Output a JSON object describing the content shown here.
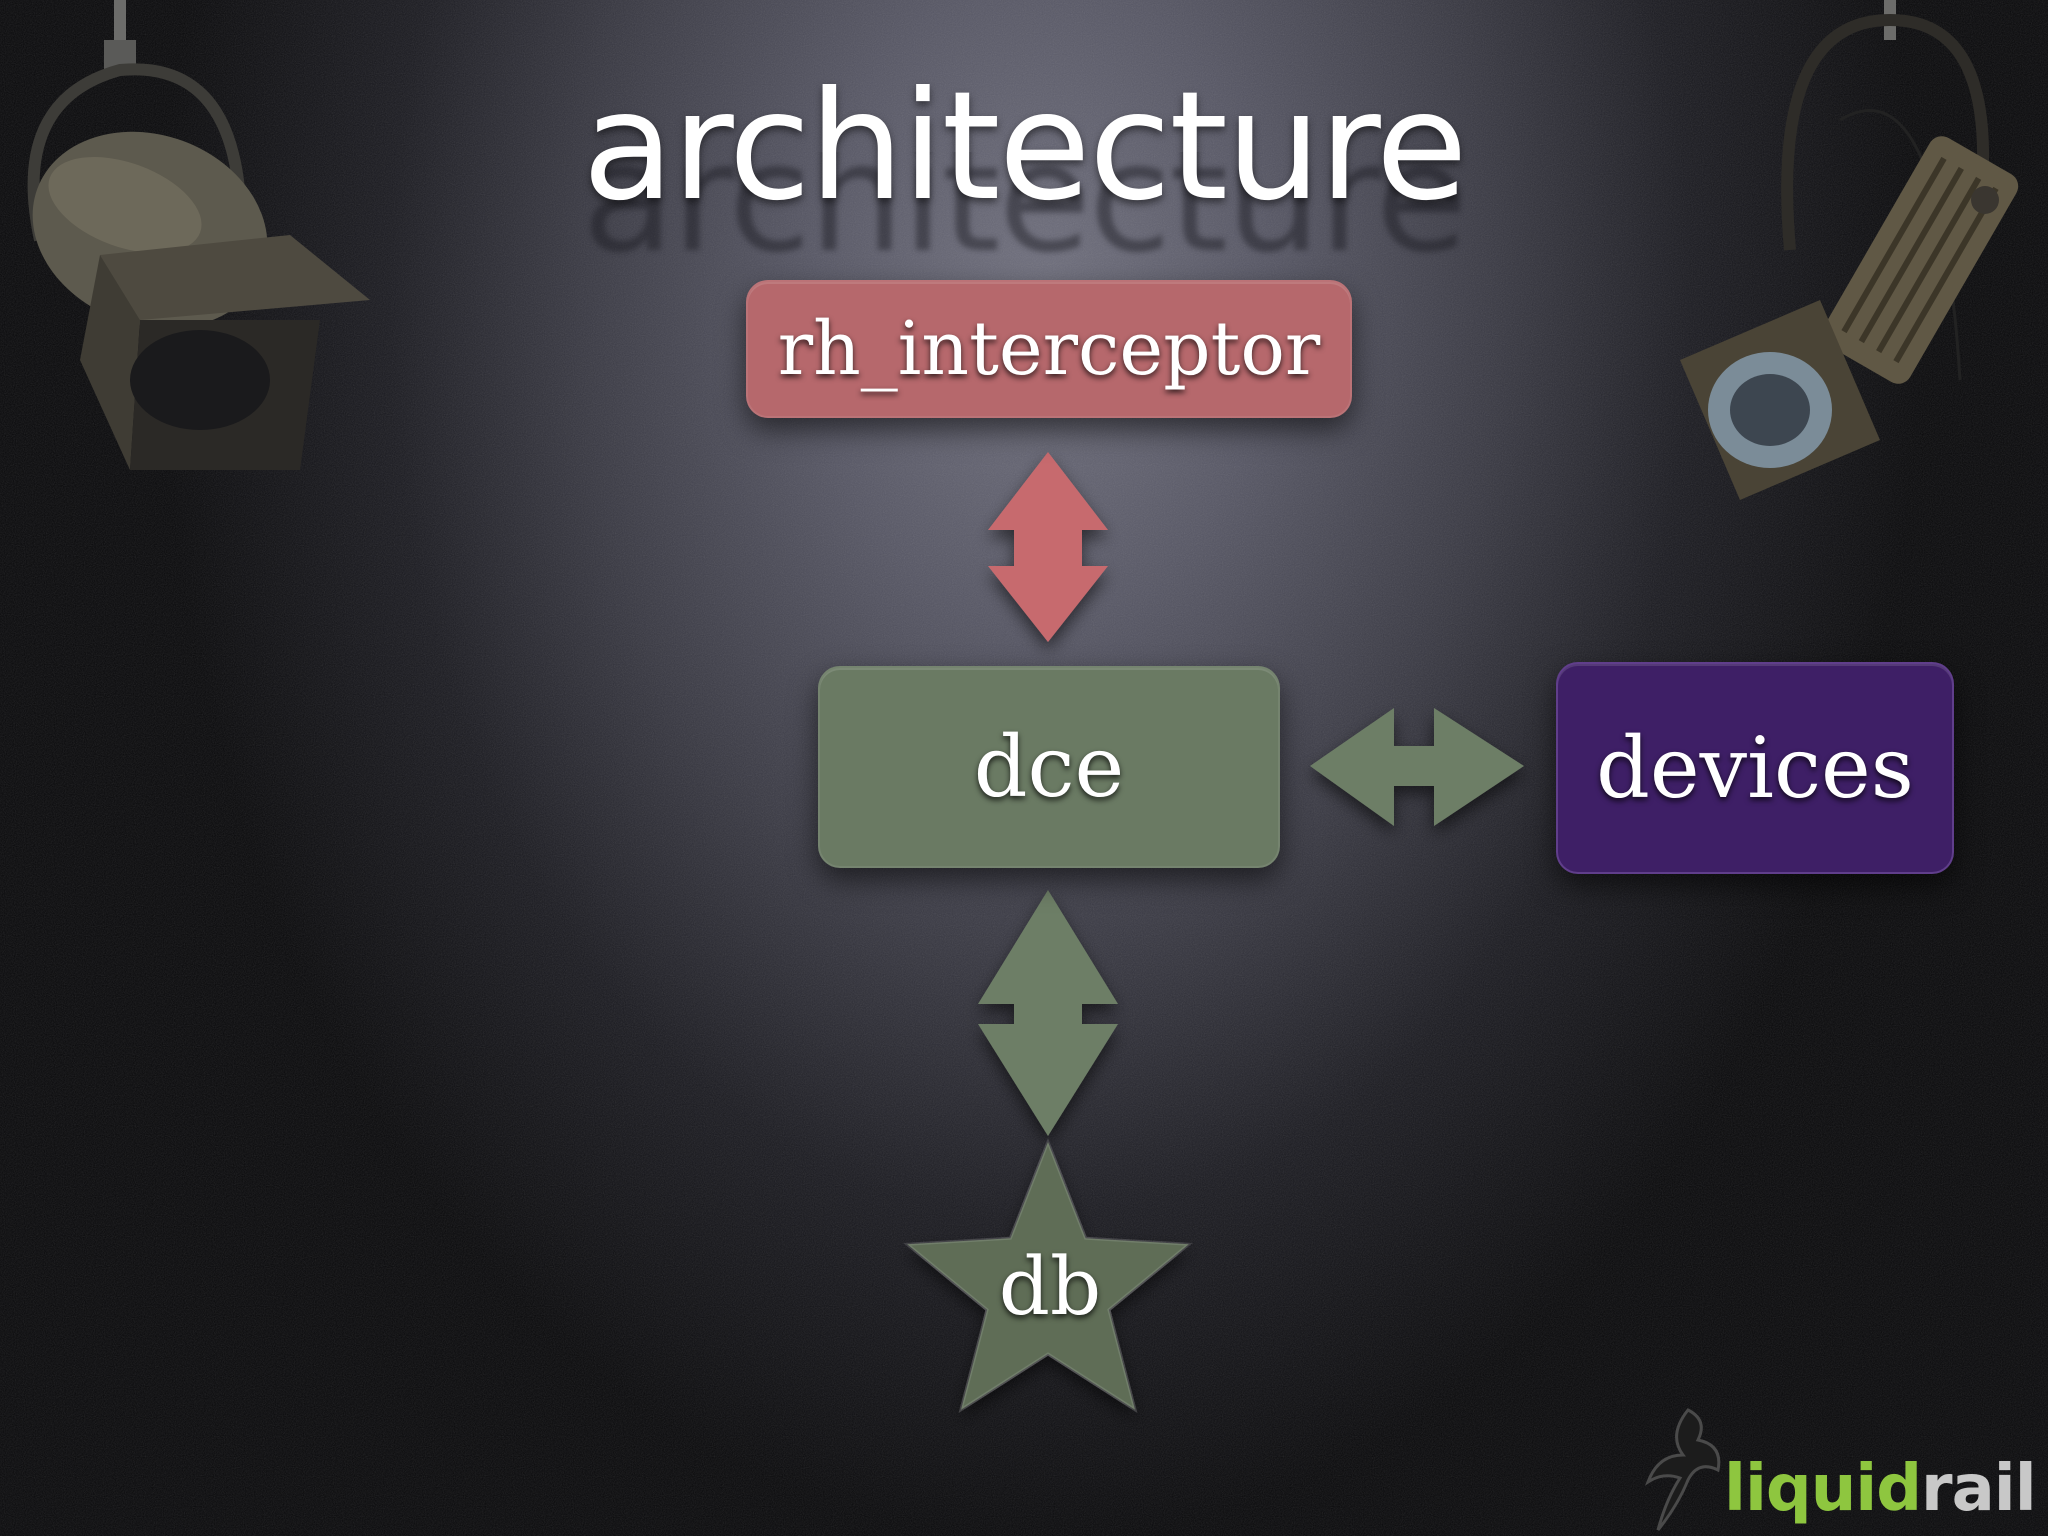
{
  "slide": {
    "title": "architecture"
  },
  "diagram": {
    "nodes": [
      {
        "id": "rh_interceptor",
        "label": "rh_interceptor",
        "shape": "rounded-rect",
        "color": "#b6686c"
      },
      {
        "id": "dce",
        "label": "dce",
        "shape": "rounded-rect",
        "color": "#6a7a63"
      },
      {
        "id": "devices",
        "label": "devices",
        "shape": "rounded-rect",
        "color": "#3e1f66"
      },
      {
        "id": "db",
        "label": "db",
        "shape": "star",
        "color": "#5e6d57"
      }
    ],
    "edges": [
      {
        "from": "rh_interceptor",
        "to": "dce",
        "type": "bidirectional-arrow",
        "color": "#c76a6e"
      },
      {
        "from": "dce",
        "to": "devices",
        "type": "bidirectional-arrow",
        "color": "#6d7e66"
      },
      {
        "from": "dce",
        "to": "db",
        "type": "bidirectional-arrow",
        "color": "#6d7e66"
      }
    ]
  },
  "logo": {
    "part1": "liquid",
    "part2": "rail",
    "colors": {
      "liquid": "#8ec63f",
      "rail": "#c8c8c8"
    }
  },
  "decor": {
    "left_icon": "stage-spotlight-icon",
    "right_icon": "stage-spotlight-icon"
  }
}
